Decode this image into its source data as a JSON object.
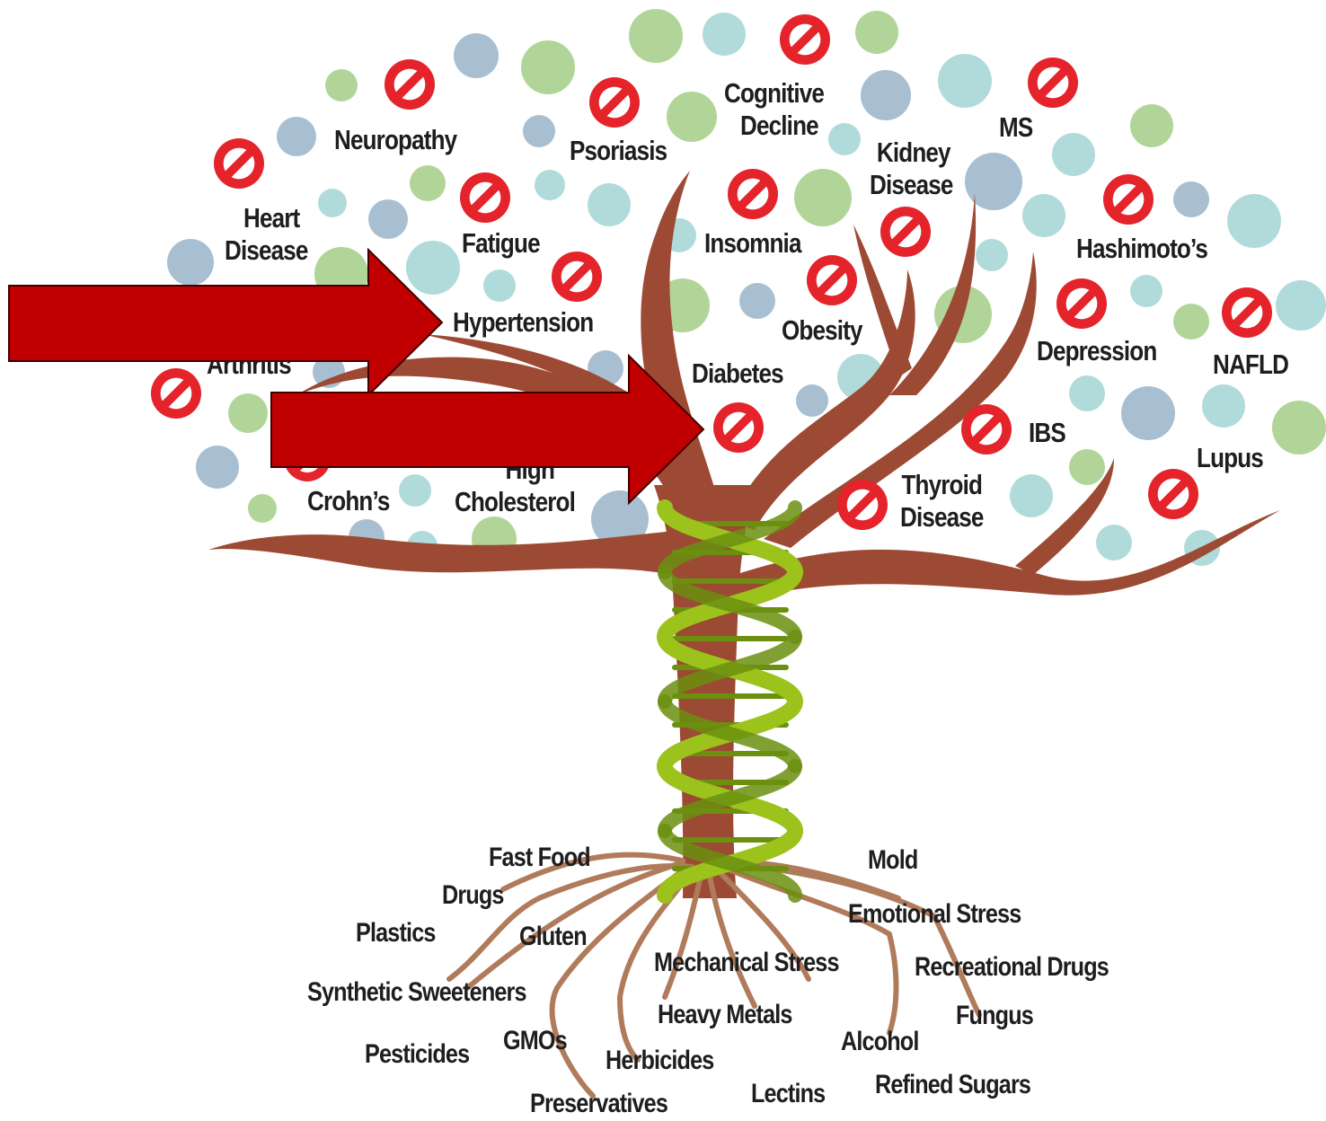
{
  "diseases": {
    "neuropathy": "Neuropathy",
    "psoriasis": "Psoriasis",
    "cognitive_line1": "Cognitive",
    "cognitive_line2": "Decline",
    "ms": "MS",
    "kidney_line1": "Kidney",
    "kidney_line2": "Disease",
    "heart_line1": "Heart",
    "heart_line2": "Disease",
    "fatigue": "Fatigue",
    "insomnia": "Insomnia",
    "hashimotos": "Hashimoto’s",
    "hypertension": "Hypertension",
    "obesity": "Obesity",
    "depression": "Depression",
    "nafld": "NAFLD",
    "arthritis": "Arthritis",
    "diabetes": "Diabetes",
    "ibs": "IBS",
    "lupus": "Lupus",
    "crohns": "Crohn’s",
    "high_line1": "High",
    "high_line2": "Cholesterol",
    "thyroid_line1": "Thyroid",
    "thyroid_line2": "Disease"
  },
  "causes": {
    "fast_food": "Fast Food",
    "drugs": "Drugs",
    "plastics": "Plastics",
    "gluten": "Gluten",
    "synthetic_sweeteners": "Synthetic Sweeteners",
    "pesticides": "Pesticides",
    "gmos": "GMOs",
    "herbicides": "Herbicides",
    "preservatives": "Preservatives",
    "mechanical_stress": "Mechanical Stress",
    "heavy_metals": "Heavy Metals",
    "lectins": "Lectins",
    "alcohol": "Alcohol",
    "mold": "Mold",
    "emotional_stress": "Emotional Stress",
    "recreational_drugs": "Recreational Drugs",
    "fungus": "Fungus",
    "refined_sugars": "Refined Sugars"
  },
  "colors": {
    "trunk": "#9c4a33",
    "root": "#b07b5b",
    "dna": "#9cc21c",
    "dna_dark": "#6b8f0f",
    "arrow": "#c00000",
    "no_symbol": "#e4232a",
    "dot_green": "#a8d08d",
    "dot_blue": "#9fb8cc",
    "dot_teal": "#a9d6d6"
  },
  "icons": {
    "no_symbol": "prohibited-icon",
    "arrow": "right-arrow-icon",
    "dna": "dna-helix-icon"
  }
}
